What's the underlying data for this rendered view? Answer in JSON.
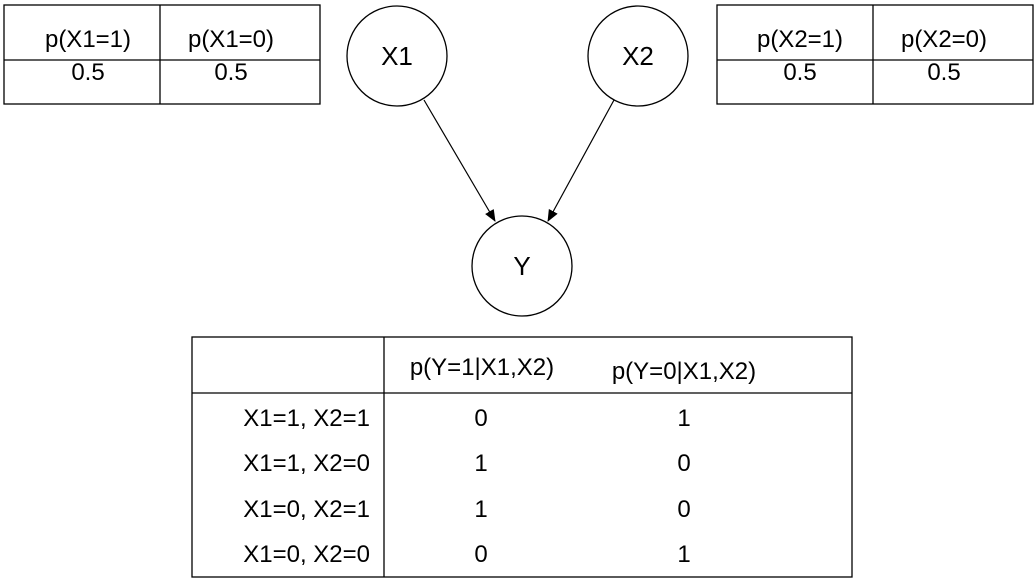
{
  "prior_x1": {
    "headers": [
      "p(X1=1)",
      "p(X1=0)"
    ],
    "values": [
      "0.5",
      "0.5"
    ]
  },
  "prior_x2": {
    "headers": [
      "p(X2=1)",
      "p(X2=0)"
    ],
    "values": [
      "0.5",
      "0.5"
    ]
  },
  "nodes": {
    "x1": "X1",
    "x2": "X2",
    "y": "Y"
  },
  "cpt": {
    "headers": [
      "",
      "p(Y=1|X1,X2)",
      "p(Y=0|X1,X2)"
    ],
    "rows": [
      {
        "label": "X1=1, X2=1",
        "y1": "0",
        "y0": "1"
      },
      {
        "label": "X1=1, X2=0",
        "y1": "1",
        "y0": "0"
      },
      {
        "label": "X1=0, X2=1",
        "y1": "1",
        "y0": "0"
      },
      {
        "label": "X1=0, X2=0",
        "y1": "0",
        "y0": "1"
      }
    ]
  }
}
